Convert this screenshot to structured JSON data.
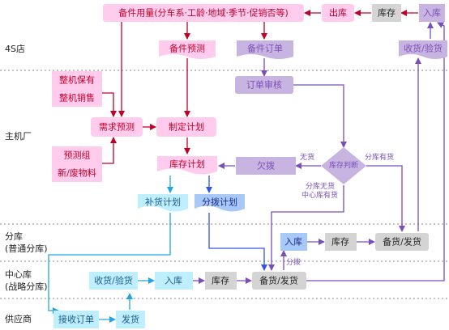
{
  "lanes": {
    "dealer": "4S店",
    "oem": "主机厂",
    "branch_line1": "分库",
    "branch_line2": "(普通分库)",
    "center_line1": "中心库",
    "center_line2": "(战略分库)",
    "supplier": "供应商"
  },
  "nodes": {
    "parts_usage": "备件用量(分车系·工龄·地域·季节·促销否等)",
    "outbound_4s": "出库",
    "stock_4s": "库存",
    "inbound_4s": "入库",
    "parts_forecast": "备件预测",
    "parts_order": "备件订单",
    "receive_check_4s": "收货/验货",
    "order_review": "订单审核",
    "vehicle_stock": "整机保有",
    "vehicle_sales": "整机销售",
    "demand_forecast": "需求预测",
    "make_plan": "制定计划",
    "forecast_group": "预测组",
    "new_scrap": "新/废物料",
    "stock_plan": "库存计划",
    "backorder": "欠拨",
    "stock_judgement": "库存判断",
    "replenish_plan": "补货计划",
    "allocation_plan": "分拨计划",
    "inbound_branch": "入库",
    "stock_branch": "库存",
    "prepare_ship_branch": "备货/发货",
    "receive_check_center": "收货/验货",
    "inbound_center": "入库",
    "stock_center": "库存",
    "prepare_ship_center": "备货/发货",
    "receive_order": "接收订单",
    "ship_supplier": "发货"
  },
  "edges": {
    "no_stock": "无货",
    "branch_has_stock": "分库有货",
    "branch_no_center_has_1": "分库无货",
    "branch_no_center_has_2": "中心库有货",
    "allocate": "分拨"
  },
  "colors": {
    "red": "#c0002a",
    "purple": "#7a4fb8",
    "lightblue": "#22a6dd",
    "blue": "#3355ee",
    "pink_fill": "#ffccee",
    "grey_fill": "#d4d4d4",
    "lavender_fill": "#c8b4e0",
    "cyan_fill": "#bfefff",
    "blue_fill": "#a8c8f8"
  }
}
